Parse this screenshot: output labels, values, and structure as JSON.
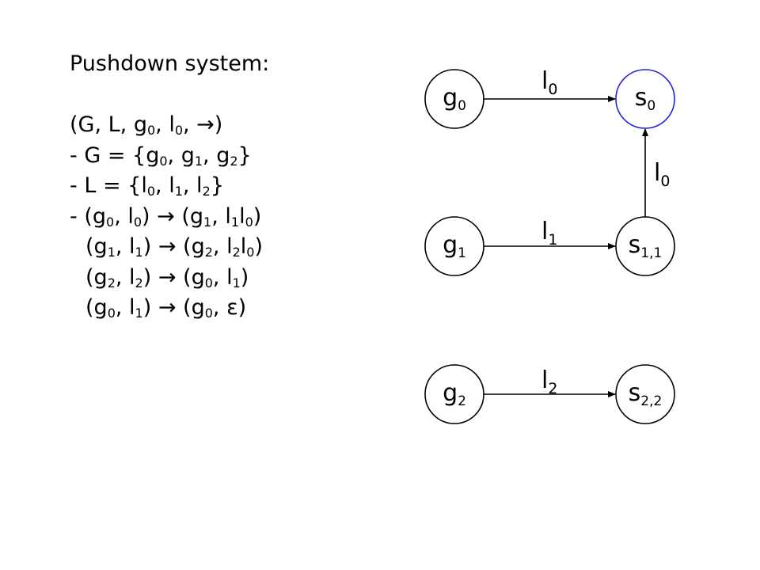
{
  "title": "Pushdown system:",
  "text_lines": [
    {
      "name": "tuple-line",
      "indent": false,
      "parts": [
        [
          "(G, L, g",
          ""
        ],
        [
          "0",
          "sub"
        ],
        [
          ", l",
          ""
        ],
        [
          "0",
          "sub"
        ],
        [
          ", →)",
          ""
        ]
      ]
    },
    {
      "name": "g-set-line",
      "indent": false,
      "parts": [
        [
          "- G = {g",
          ""
        ],
        [
          "0",
          "sub"
        ],
        [
          ", g",
          ""
        ],
        [
          "1",
          "sub"
        ],
        [
          ", g",
          ""
        ],
        [
          "2",
          "sub"
        ],
        [
          "}",
          ""
        ]
      ]
    },
    {
      "name": "l-set-line",
      "indent": false,
      "parts": [
        [
          "- L = {l",
          ""
        ],
        [
          "0",
          "sub"
        ],
        [
          ", l",
          ""
        ],
        [
          "1",
          "sub"
        ],
        [
          ", l",
          ""
        ],
        [
          "2",
          "sub"
        ],
        [
          "}",
          ""
        ]
      ]
    },
    {
      "name": "rule-line-1",
      "indent": false,
      "parts": [
        [
          "- (g",
          ""
        ],
        [
          "0",
          "sub"
        ],
        [
          ", l",
          ""
        ],
        [
          "0",
          "sub"
        ],
        [
          ") → (g",
          ""
        ],
        [
          "1",
          "sub"
        ],
        [
          ", l",
          ""
        ],
        [
          "1",
          "sub"
        ],
        [
          "l",
          ""
        ],
        [
          "0",
          "sub"
        ],
        [
          ")",
          ""
        ]
      ]
    },
    {
      "name": "rule-line-2",
      "indent": true,
      "parts": [
        [
          "(g",
          ""
        ],
        [
          "1",
          "sub"
        ],
        [
          ", l",
          ""
        ],
        [
          "1",
          "sub"
        ],
        [
          ") → (g",
          ""
        ],
        [
          "2",
          "sub"
        ],
        [
          ", l",
          ""
        ],
        [
          "2",
          "sub"
        ],
        [
          "l",
          ""
        ],
        [
          "0",
          "sub"
        ],
        [
          ")",
          ""
        ]
      ]
    },
    {
      "name": "rule-line-3",
      "indent": true,
      "parts": [
        [
          "(g",
          ""
        ],
        [
          "2",
          "sub"
        ],
        [
          ", l",
          ""
        ],
        [
          "2",
          "sub"
        ],
        [
          ") → (g",
          ""
        ],
        [
          "0",
          "sub"
        ],
        [
          ", l",
          ""
        ],
        [
          "1",
          "sub"
        ],
        [
          ")",
          ""
        ]
      ]
    },
    {
      "name": "rule-line-4",
      "indent": true,
      "parts": [
        [
          "(g",
          ""
        ],
        [
          "0",
          "sub"
        ],
        [
          ", l",
          ""
        ],
        [
          "1",
          "sub"
        ],
        [
          ") → (g",
          ""
        ],
        [
          "0",
          "sub"
        ],
        [
          ", ε)",
          ""
        ]
      ]
    }
  ],
  "nodes": [
    {
      "id": "g0",
      "base": "g",
      "sub": "0",
      "stroke": "#000000"
    },
    {
      "id": "s0",
      "base": "s",
      "sub": "0",
      "stroke": "#2222dd"
    },
    {
      "id": "g1",
      "base": "g",
      "sub": "1",
      "stroke": "#000000"
    },
    {
      "id": "s11",
      "base": "s",
      "sub": "1,1",
      "stroke": "#000000"
    },
    {
      "id": "g2",
      "base": "g",
      "sub": "2",
      "stroke": "#000000"
    },
    {
      "id": "s22",
      "base": "s",
      "sub": "2,2",
      "stroke": "#000000"
    }
  ],
  "edges": [
    {
      "from": "g0",
      "to": "s0",
      "label_base": "l",
      "label_sub": "0"
    },
    {
      "from": "s11",
      "to": "s0",
      "label_base": "l",
      "label_sub": "0"
    },
    {
      "from": "g1",
      "to": "s11",
      "label_base": "l",
      "label_sub": "1"
    },
    {
      "from": "g2",
      "to": "s22",
      "label_base": "l",
      "label_sub": "2"
    }
  ]
}
